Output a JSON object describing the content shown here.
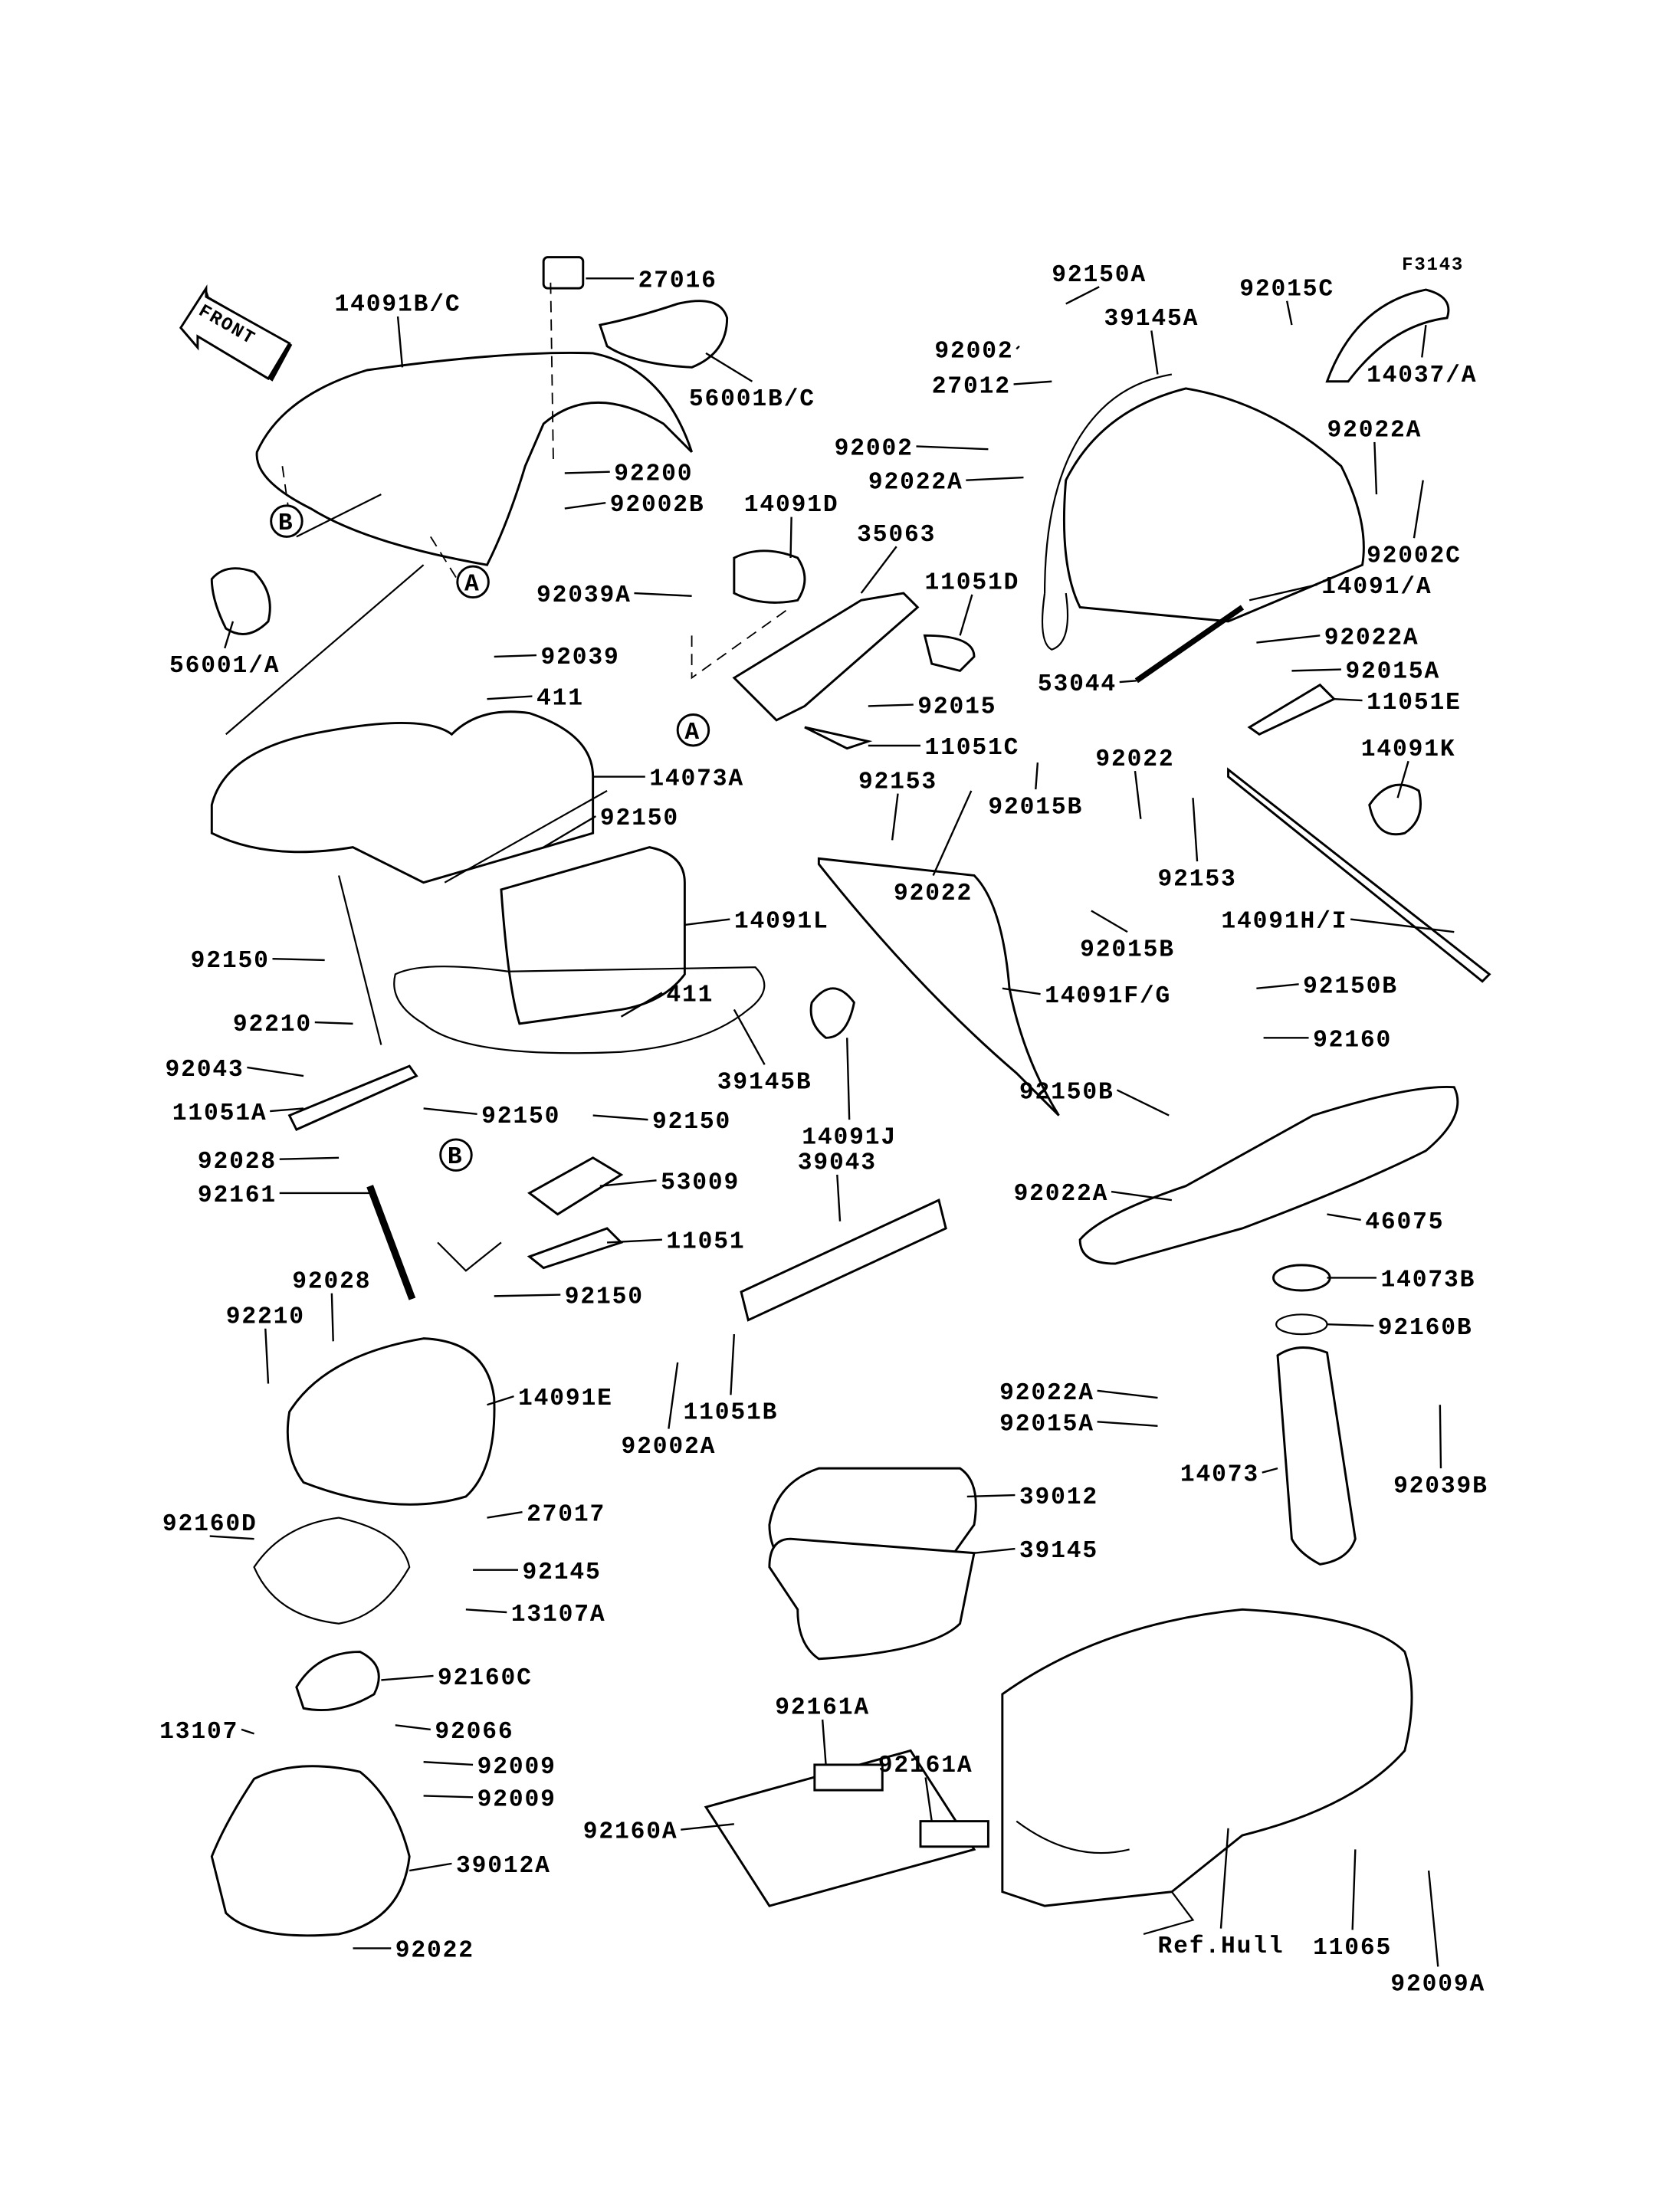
{
  "diagram": {
    "figure_code": "F3143",
    "front_arrow": "FRONT",
    "reference_markers": [
      "A",
      "B",
      "A",
      "B"
    ],
    "part_labels": [
      "14091B/C",
      "27016",
      "56001B/C",
      "92200",
      "92002B",
      "56001/A",
      "14091D",
      "35063",
      "92039A",
      "11051D",
      "92039",
      "411",
      "14073A",
      "92015",
      "11051C",
      "92150",
      "92153",
      "92022",
      "92015B",
      "92022",
      "92153",
      "92015B",
      "92150A",
      "39145A",
      "92015C",
      "14037/A",
      "92002",
      "27012",
      "92002",
      "92022A",
      "92022A",
      "92002C",
      "14091/A",
      "92022A",
      "92015A",
      "53044",
      "11051E",
      "14091K",
      "14091H/I",
      "14091L",
      "92150",
      "411",
      "14091F/G",
      "92150B",
      "92160",
      "92210",
      "92043",
      "11051A",
      "92150",
      "92150",
      "39145B",
      "14091J",
      "53009",
      "39043",
      "92150B",
      "92028",
      "92161",
      "92022A",
      "46075",
      "11051",
      "14073B",
      "92028",
      "92150",
      "92160B",
      "92210",
      "14091E",
      "11051B",
      "92002A",
      "92022A",
      "92015A",
      "14073",
      "92039B",
      "39012",
      "92160D",
      "27017",
      "39145",
      "92145",
      "13107A",
      "92160C",
      "13107",
      "92066",
      "92009",
      "92009",
      "92161A",
      "92161A",
      "92160A",
      "39012A",
      "92022",
      "Ref.Hull",
      "11065",
      "92009A"
    ]
  }
}
